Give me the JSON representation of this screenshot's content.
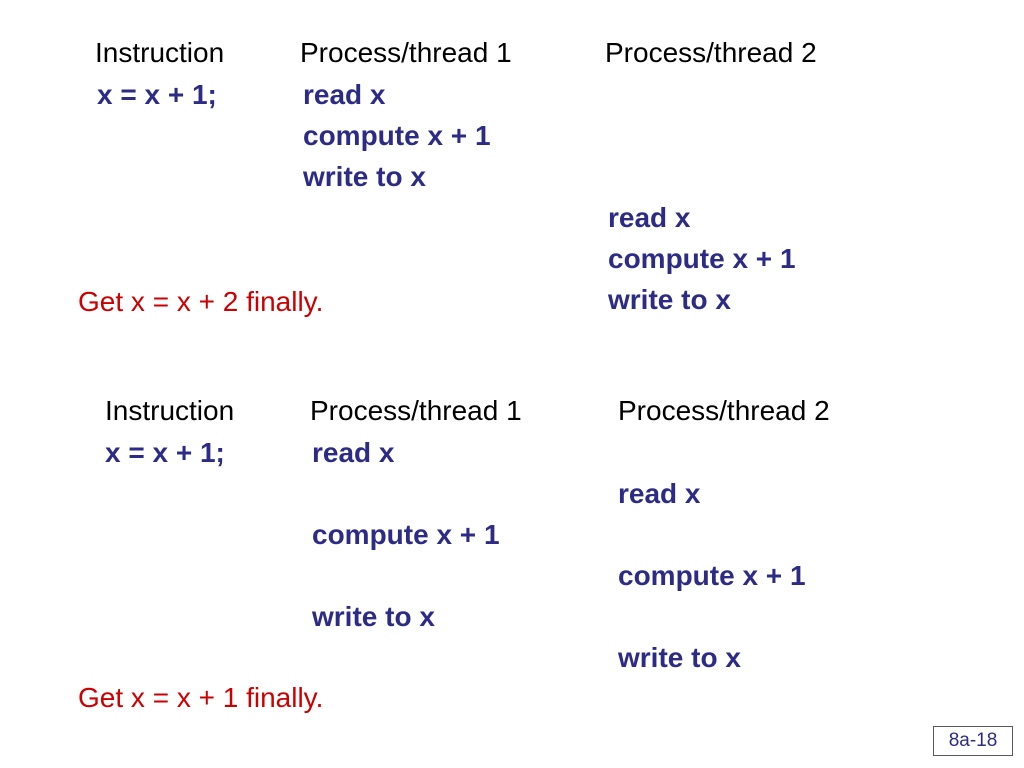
{
  "colors": {
    "header_text": "#000000",
    "code_text": "#2c2c87",
    "result_text": "#cc0000",
    "page_number_text": "#2c2c87",
    "page_box_border": "#595959",
    "background": "#ffffff"
  },
  "scenario_race": {
    "header_instruction": "Instruction",
    "header_thread1": "Process/thread 1",
    "header_thread2": "Process/thread 2",
    "instruction_code": "x = x + 1;",
    "thread1_steps": [
      "read x",
      "compute x + 1",
      "write to x"
    ],
    "thread2_steps": [
      "read x",
      "compute x + 1",
      "write to x"
    ],
    "result": "Get x = x + 2 finally."
  },
  "scenario_interleaved": {
    "header_instruction": "Instruction",
    "header_thread1": "Process/thread 1",
    "header_thread2": "Process/thread 2",
    "instruction_code": "x = x + 1;",
    "thread1_steps": [
      "read x",
      "compute x + 1",
      "write to x"
    ],
    "thread2_steps": [
      "read x",
      "compute x + 1",
      "write to x"
    ],
    "result": "Get x = x + 1 finally."
  },
  "footer": {
    "page_number": "8a-18"
  }
}
